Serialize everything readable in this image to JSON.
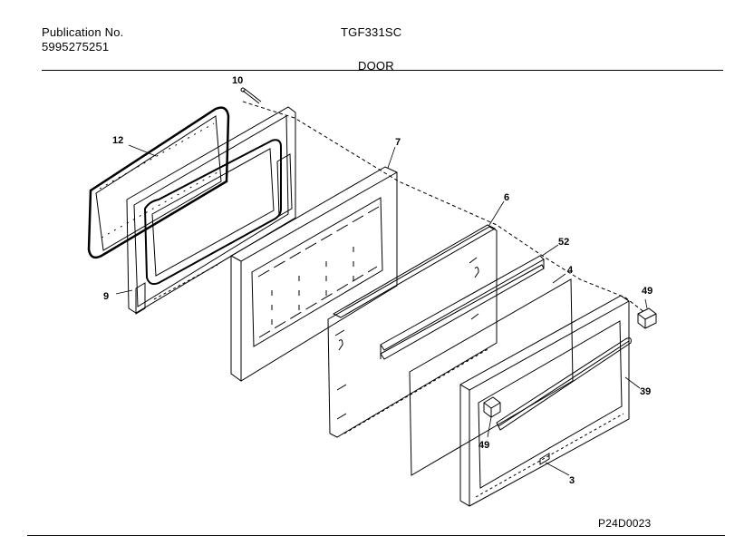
{
  "header": {
    "publication_label": "Publication No.",
    "publication_number": "5995275251",
    "model": "TGF331SC",
    "section": "DOOR"
  },
  "diagram_code": "P24D0023",
  "callouts": {
    "c10": "10",
    "c12": "12",
    "c9": "9",
    "c7": "7",
    "c6": "6",
    "c52": "52",
    "c4": "4",
    "c49a": "49",
    "c39": "39",
    "c49b": "49",
    "c3": "3"
  }
}
